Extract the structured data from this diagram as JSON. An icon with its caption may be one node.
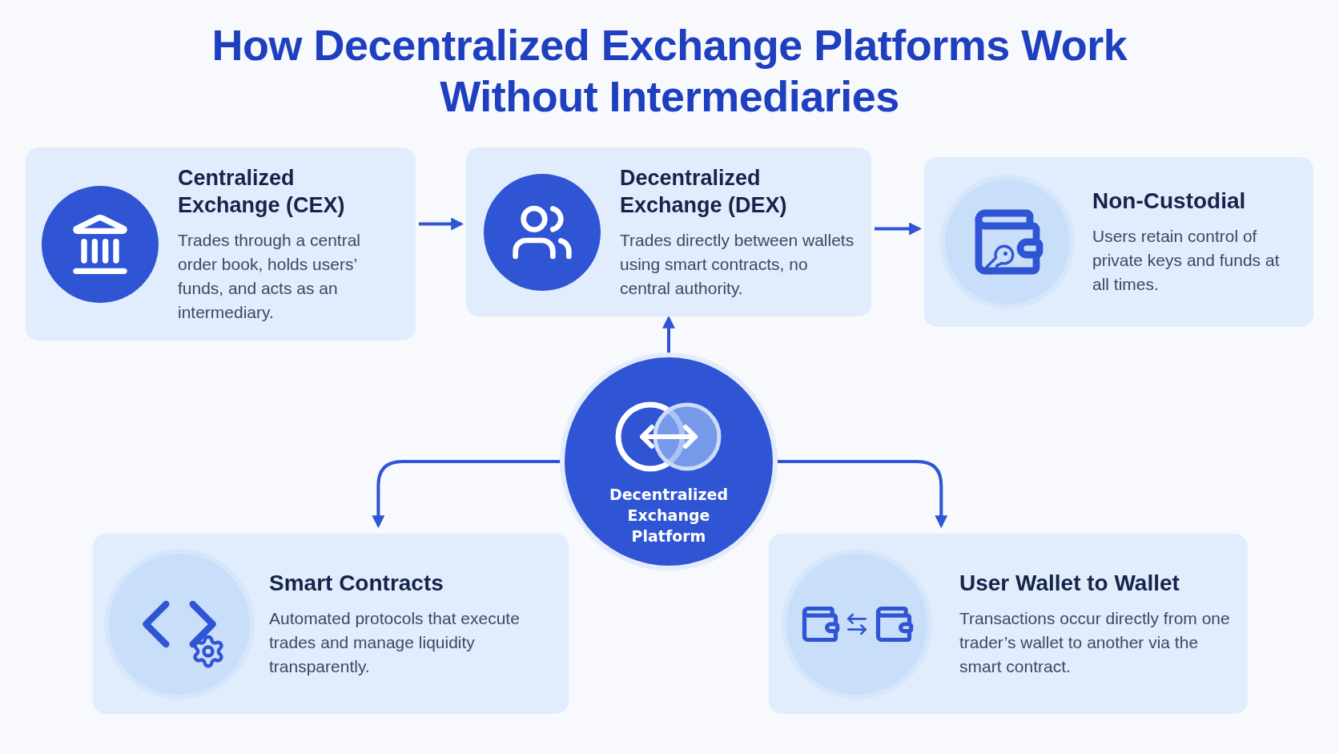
{
  "diagram": {
    "title": "How Decentralized Exchange Platforms Work Without Intermediaries",
    "nodes": [
      {
        "text": [
          "Centralized Exchange (CEX)",
          "Trades through a central order book, holds users’ funds, and acts as an intermediary."
        ]
      },
      {
        "text": [
          "Decentralized Exchange (DEX)",
          "Trades directly between wallets using smart contracts, no central authority."
        ]
      },
      {
        "text": [
          "Non-Custodial",
          "Users retain control of private keys and funds at all times."
        ]
      },
      {
        "text": [
          "Decentralized Exchange Platform"
        ]
      },
      {
        "text": [
          "Smart Contracts",
          "Automated protocols that execute trades and manage liquidity transparently."
        ]
      },
      {
        "text": [
          "User Wallet to Wallet",
          "Transactions occur directly from one trader’s wallet to another via the smart contract."
        ]
      }
    ],
    "edges": [
      {
        "from": 0,
        "to": 1,
        "arrow": "to"
      },
      {
        "from": 1,
        "to": 2,
        "arrow": "to"
      },
      {
        "from": 3,
        "to": 1,
        "arrow": "to"
      },
      {
        "from": 3,
        "to": 4,
        "arrow": "to"
      },
      {
        "from": 3,
        "to": 5,
        "arrow": "to"
      }
    ]
  }
}
